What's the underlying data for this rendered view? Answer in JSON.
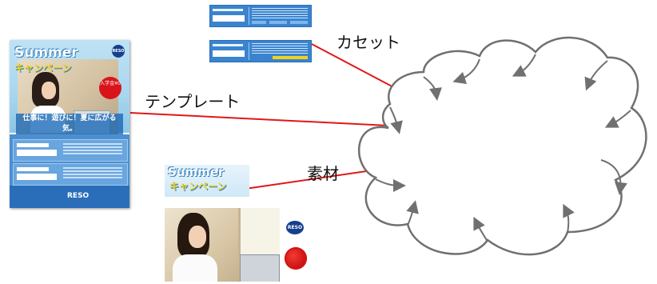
{
  "labels": {
    "cassette": "カセット",
    "template": "テンプレート",
    "material": "素材"
  },
  "flyer": {
    "headline": "Summer",
    "subheadline": "キャンペーン",
    "logo": "RESO",
    "badge": "入学金¥0",
    "message": "仕事に！遊びに！夏に広がる気。",
    "footer_brand": "RESO"
  },
  "material": {
    "headline": "Summer",
    "subheadline": "キャンペーン",
    "logo": "RESO"
  },
  "colors": {
    "connector": "#e01818",
    "cloud_stroke": "#707070",
    "flyer_blue": "#4c8fd1"
  }
}
